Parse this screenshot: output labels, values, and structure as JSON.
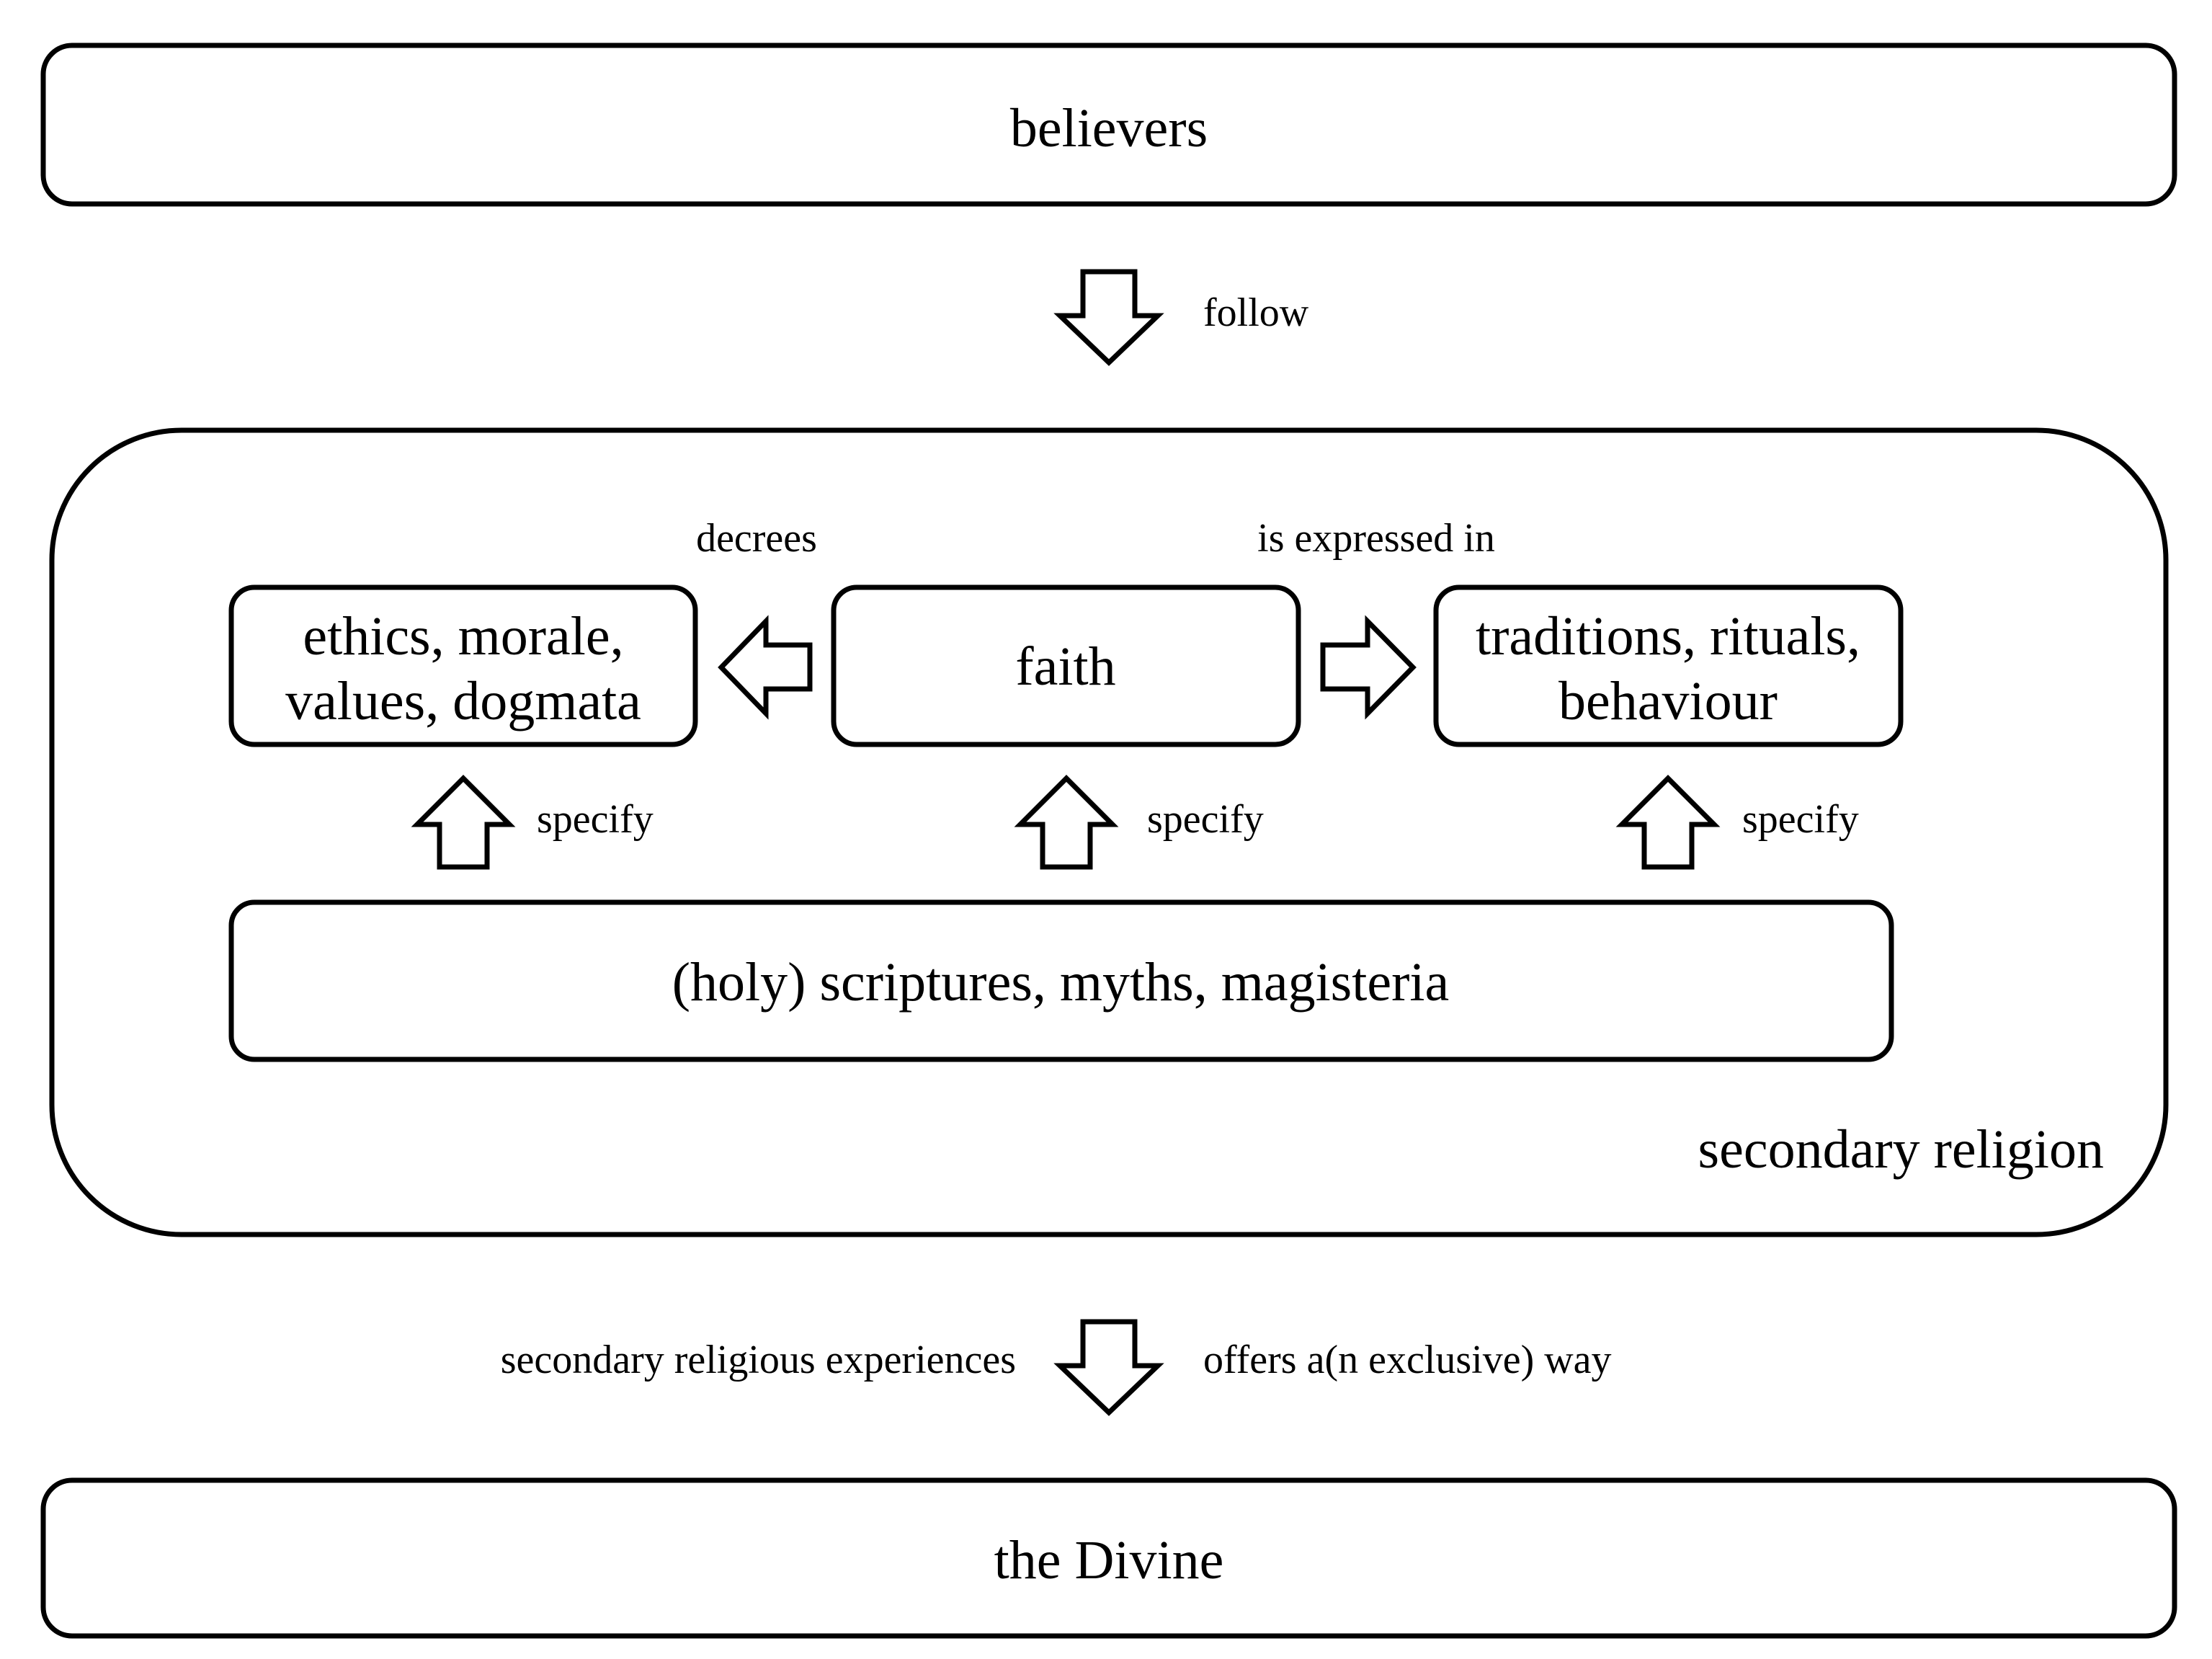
{
  "nodes": {
    "believers": "believers",
    "ethics_line1": "ethics, morale,",
    "ethics_line2": "values, dogmata",
    "faith": "faith",
    "traditions_line1": "traditions, rituals,",
    "traditions_line2": "behaviour",
    "scriptures": "(holy) scriptures, myths, magisteria",
    "secondary_religion": "secondary religion",
    "divine": "the Divine"
  },
  "edges": {
    "follow": "follow",
    "decrees": "decrees",
    "expressed": "is expressed in",
    "specify_left": "specify",
    "specify_center": "specify",
    "specify_right": "specify",
    "experiences": "secondary religious experiences",
    "offers": "offers a(n exclusive) way"
  }
}
